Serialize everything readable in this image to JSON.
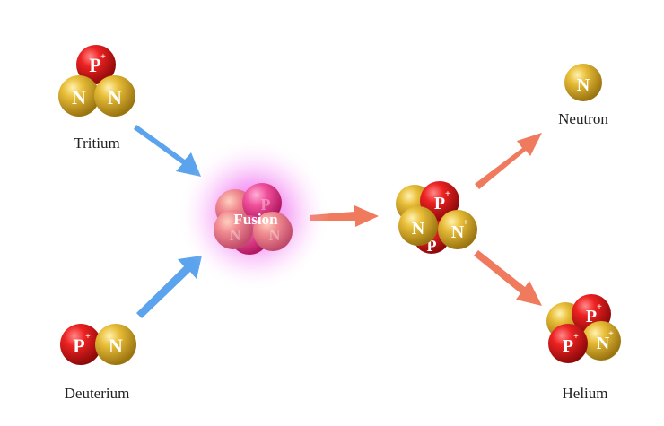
{
  "labels": {
    "tritium": "Tritium",
    "deuterium": "Deuterium",
    "fusion": "Fusion",
    "neutron": "Neutron",
    "helium": "Helium"
  },
  "particles": {
    "proton_letter": "P",
    "neutron_letter": "N",
    "charge": "+"
  },
  "colors": {
    "proton": "#d91c1c",
    "neutron": "#e2b52e",
    "arrow_in": "#5ba3ec",
    "arrow_out": "#f07a5e",
    "glow": "#f062f0"
  }
}
